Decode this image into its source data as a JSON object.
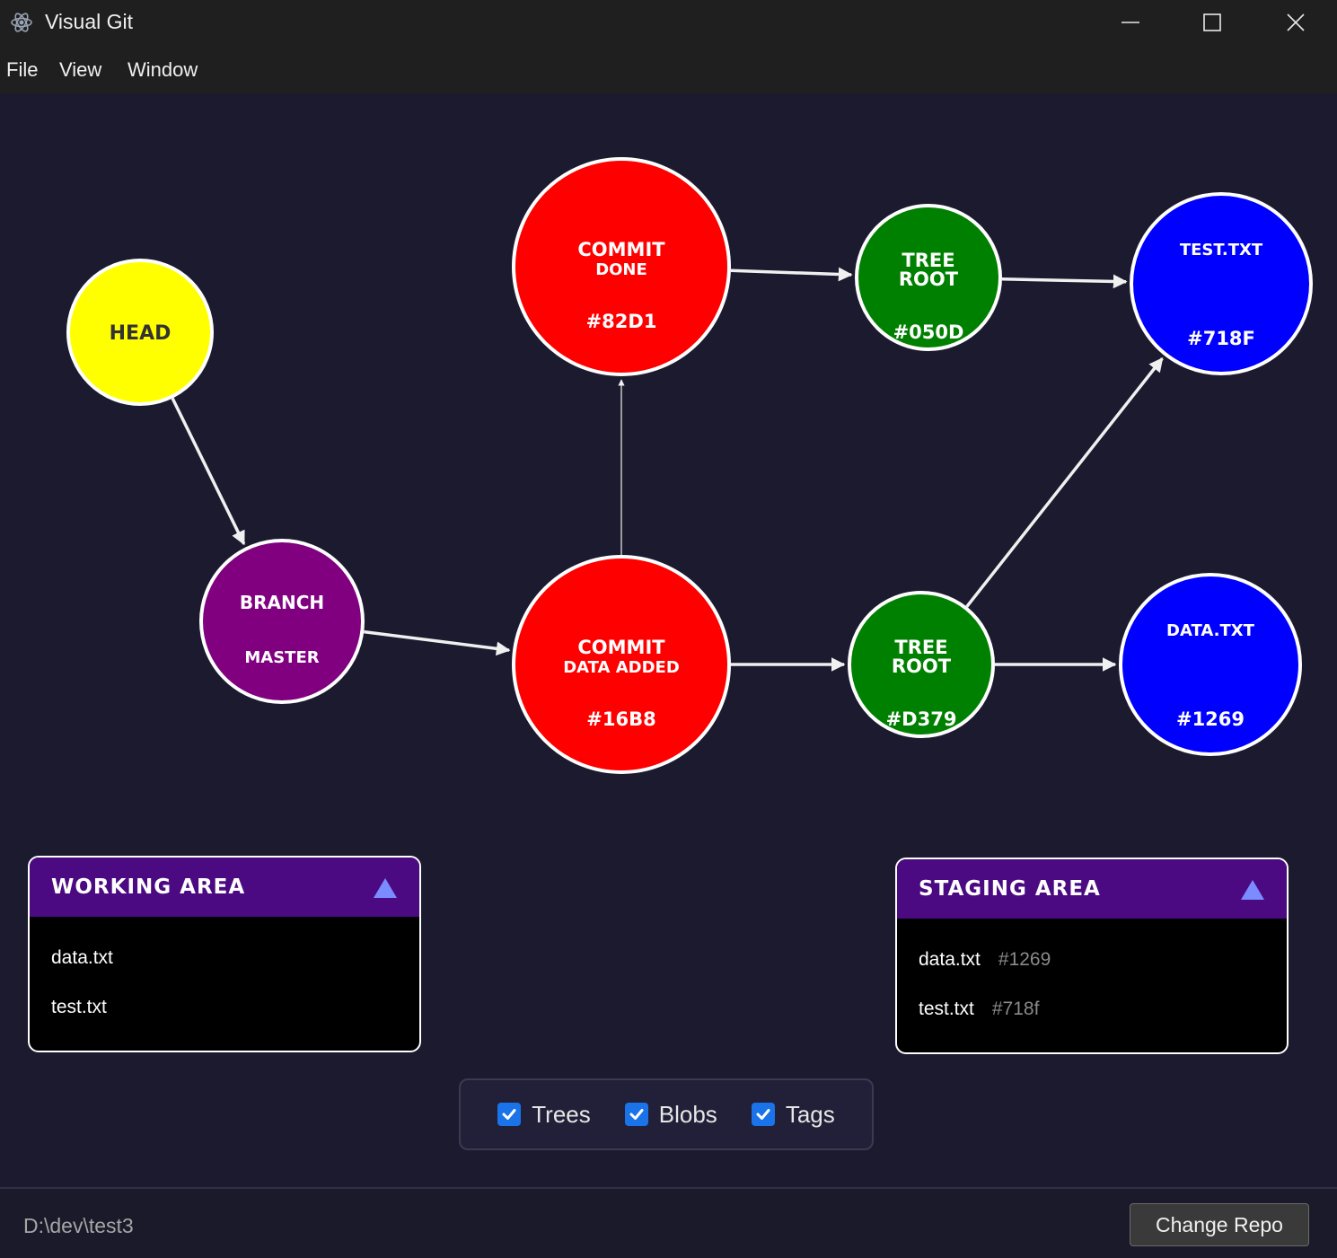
{
  "window": {
    "title": "Visual Git"
  },
  "menu": [
    {
      "label": "File"
    },
    {
      "label": "View"
    },
    {
      "label": "Window"
    }
  ],
  "graph": {
    "nodes": [
      {
        "id": "head",
        "kind": "head",
        "lines": [
          "HEAD"
        ],
        "hash": "",
        "color": "#ffff00",
        "text_color": "#333333"
      },
      {
        "id": "branch",
        "kind": "branch",
        "lines": [
          "BRANCH"
        ],
        "hash": "MASTER",
        "color": "#800080",
        "text_color": "#ffffff"
      },
      {
        "id": "commit-done",
        "kind": "commit",
        "lines": [
          "COMMIT",
          "DONE"
        ],
        "hash": "#82D1",
        "color": "#ff0000",
        "text_color": "#ffffff"
      },
      {
        "id": "commit-data",
        "kind": "commit",
        "lines": [
          "COMMIT",
          "DATA ADDED"
        ],
        "hash": "#16B8",
        "color": "#ff0000",
        "text_color": "#ffffff"
      },
      {
        "id": "tree-050d",
        "kind": "tree",
        "lines": [
          "TREE",
          "ROOT"
        ],
        "hash": "#050D",
        "color": "#008000",
        "text_color": "#ffffff"
      },
      {
        "id": "tree-d379",
        "kind": "tree",
        "lines": [
          "TREE",
          "ROOT"
        ],
        "hash": "#D379",
        "color": "#008000",
        "text_color": "#ffffff"
      },
      {
        "id": "blob-test",
        "kind": "blob",
        "lines": [
          "TEST.TXT"
        ],
        "hash": "#718F",
        "color": "#0000ff",
        "text_color": "#ffffff"
      },
      {
        "id": "blob-data",
        "kind": "blob",
        "lines": [
          "DATA.TXT"
        ],
        "hash": "#1269",
        "color": "#0000ff",
        "text_color": "#ffffff"
      }
    ],
    "edges": [
      {
        "from": "head",
        "to": "branch"
      },
      {
        "from": "branch",
        "to": "commit-data"
      },
      {
        "from": "commit-data",
        "to": "commit-done"
      },
      {
        "from": "commit-done",
        "to": "tree-050d"
      },
      {
        "from": "tree-050d",
        "to": "blob-test"
      },
      {
        "from": "commit-data",
        "to": "tree-d379"
      },
      {
        "from": "tree-d379",
        "to": "blob-data"
      },
      {
        "from": "tree-d379",
        "to": "blob-test"
      }
    ]
  },
  "working_area": {
    "title": "WORKING AREA",
    "files": [
      {
        "name": "data.txt"
      },
      {
        "name": "test.txt"
      }
    ]
  },
  "staging_area": {
    "title": "STAGING AREA",
    "files": [
      {
        "name": "data.txt",
        "hash": "#1269"
      },
      {
        "name": "test.txt",
        "hash": "#718f"
      }
    ]
  },
  "filters": [
    {
      "label": "Trees",
      "checked": true
    },
    {
      "label": "Blobs",
      "checked": true
    },
    {
      "label": "Tags",
      "checked": true
    }
  ],
  "status": {
    "repo_path": "D:\\dev\\test3",
    "change_button": "Change Repo"
  },
  "colors": {
    "background": "#1b1a2e",
    "panel_header": "#4b0a82",
    "checkbox": "#1a73e8"
  }
}
